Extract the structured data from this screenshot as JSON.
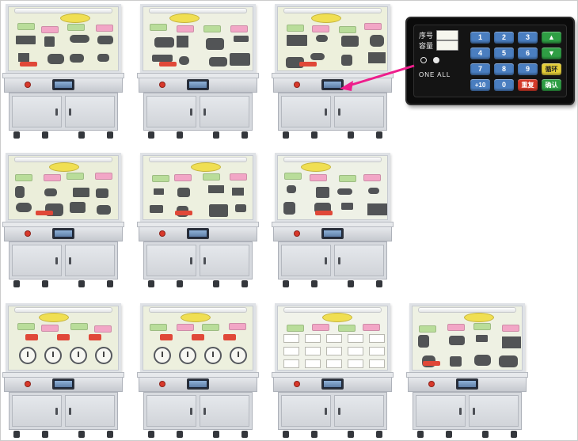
{
  "image": {
    "background": "#ffffff",
    "border_color": "#cccccc"
  },
  "palette": {
    "banner": "#f0df52",
    "pink": "#f2a6c6",
    "green": "#b9dd9a",
    "red": "#e04838",
    "dark": "#36383d",
    "board_frame": "#dfe2e6"
  },
  "stations": [
    {
      "id": "station-1",
      "row": 0,
      "col": 0,
      "board_style": "parts",
      "board_bg": "#ecefdb"
    },
    {
      "id": "station-2",
      "row": 0,
      "col": 1,
      "board_style": "parts",
      "board_bg": "#eef0e2"
    },
    {
      "id": "station-3",
      "row": 0,
      "col": 2,
      "board_style": "parts",
      "board_bg": "#edf0dc"
    },
    {
      "id": "station-4",
      "row": 1,
      "col": 0,
      "board_style": "parts",
      "board_bg": "#ebeeda"
    },
    {
      "id": "station-5",
      "row": 1,
      "col": 1,
      "board_style": "parts",
      "board_bg": "#edf0df"
    },
    {
      "id": "station-6",
      "row": 1,
      "col": 2,
      "board_style": "parts",
      "board_bg": "#eef1e6"
    },
    {
      "id": "station-7",
      "row": 2,
      "col": 0,
      "board_style": "gauges",
      "board_bg": "#ecefdd"
    },
    {
      "id": "station-8",
      "row": 2,
      "col": 1,
      "board_style": "gauges",
      "board_bg": "#edf0de"
    },
    {
      "id": "station-9",
      "row": 2,
      "col": 2,
      "board_style": "labels",
      "board_bg": "#f1f3ea"
    },
    {
      "id": "station-10",
      "row": 2,
      "col": 3,
      "board_style": "parts",
      "board_bg": "#eef1e3"
    }
  ],
  "keypad": {
    "left_rows": [
      {
        "label": "序号"
      },
      {
        "label": "容量"
      }
    ],
    "one_all": "ONE ALL",
    "keys": [
      [
        "1",
        "2",
        "3",
        "▲"
      ],
      [
        "4",
        "5",
        "6",
        "▼"
      ],
      [
        "7",
        "8",
        "9",
        "循环"
      ],
      [
        "+10",
        "0",
        "重复",
        "确认"
      ]
    ],
    "key_colors": {
      "▲": "#2f9e44",
      "▼": "#2f9e44",
      "循环": "#e5ce3a",
      "重复": "#d43a2a",
      "确认": "#2f9e44",
      "default": "#4a7ec0"
    }
  },
  "arrow_color": "#ee1e8c"
}
